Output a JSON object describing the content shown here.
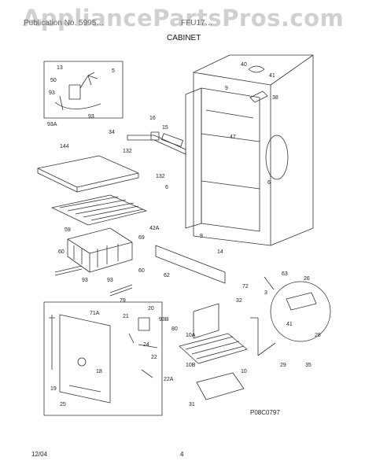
{
  "watermark": "AppliancePartsPros.com",
  "header": {
    "left_text": "Publication No. 5995…",
    "model_text": "FFU17…",
    "section": "CABINET"
  },
  "callouts": [
    {
      "id": "13",
      "text": "13"
    },
    {
      "id": "5",
      "text": "5"
    },
    {
      "id": "50",
      "text": "50"
    },
    {
      "id": "93-top",
      "text": "93"
    },
    {
      "id": "93-mid",
      "text": "93"
    },
    {
      "id": "93A",
      "text": "93A"
    },
    {
      "id": "40",
      "text": "40"
    },
    {
      "id": "41-top",
      "text": "41"
    },
    {
      "id": "38",
      "text": "38"
    },
    {
      "id": "9-top",
      "text": "9"
    },
    {
      "id": "16",
      "text": "16"
    },
    {
      "id": "15",
      "text": "15"
    },
    {
      "id": "34",
      "text": "34"
    },
    {
      "id": "47",
      "text": "47"
    },
    {
      "id": "132-a",
      "text": "132"
    },
    {
      "id": "132-b",
      "text": "132"
    },
    {
      "id": "144",
      "text": "144"
    },
    {
      "id": "6-left",
      "text": "6"
    },
    {
      "id": "6-right",
      "text": "6"
    },
    {
      "id": "42A",
      "text": "42A"
    },
    {
      "id": "59",
      "text": "59"
    },
    {
      "id": "69",
      "text": "69"
    },
    {
      "id": "9-mid",
      "text": "9"
    },
    {
      "id": "14",
      "text": "14"
    },
    {
      "id": "60-a",
      "text": "60"
    },
    {
      "id": "60-b",
      "text": "60"
    },
    {
      "id": "63",
      "text": "63"
    },
    {
      "id": "93-low",
      "text": "93"
    },
    {
      "id": "62",
      "text": "62"
    },
    {
      "id": "26",
      "text": "26"
    },
    {
      "id": "93-bot",
      "text": "93"
    },
    {
      "id": "79",
      "text": "79"
    },
    {
      "id": "72",
      "text": "72"
    },
    {
      "id": "3",
      "text": "3"
    },
    {
      "id": "32",
      "text": "32"
    },
    {
      "id": "20",
      "text": "20"
    },
    {
      "id": "71A",
      "text": "71A"
    },
    {
      "id": "93B",
      "text": "93B"
    },
    {
      "id": "21",
      "text": "21"
    },
    {
      "id": "80",
      "text": "80"
    },
    {
      "id": "24",
      "text": "24"
    },
    {
      "id": "10A",
      "text": "10A"
    },
    {
      "id": "41-bot",
      "text": "41"
    },
    {
      "id": "28",
      "text": "28"
    },
    {
      "id": "22",
      "text": "22"
    },
    {
      "id": "18",
      "text": "18"
    },
    {
      "id": "10B",
      "text": "10B"
    },
    {
      "id": "10",
      "text": "10"
    },
    {
      "id": "29",
      "text": "29"
    },
    {
      "id": "35",
      "text": "35"
    },
    {
      "id": "22A",
      "text": "22A"
    },
    {
      "id": "19",
      "text": "19"
    },
    {
      "id": "25",
      "text": "25"
    },
    {
      "id": "31",
      "text": "31"
    }
  ],
  "drawing_number": "P08C0797",
  "footer": {
    "date": "12/04",
    "page": "4"
  }
}
